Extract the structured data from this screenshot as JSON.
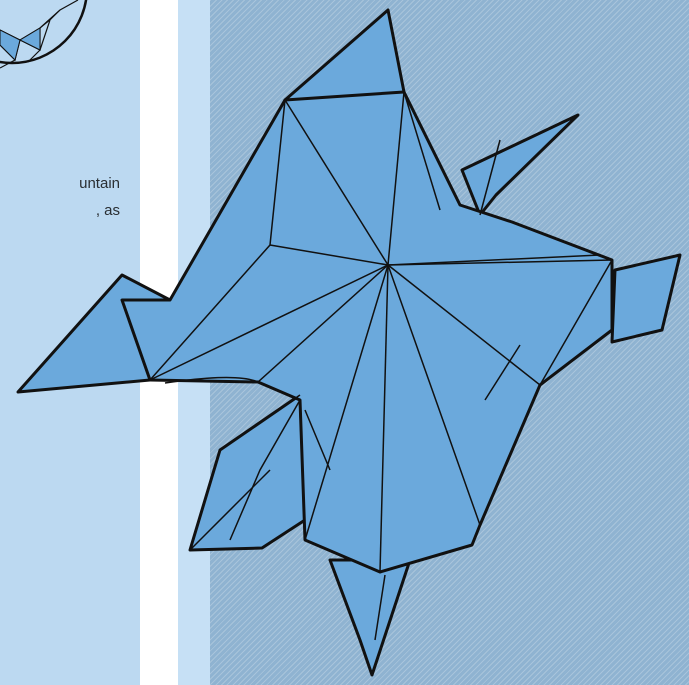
{
  "page": {
    "caption_lines": [
      "untain",
      ", as"
    ],
    "colors": {
      "paper_blue": "#6ba9dc",
      "left_panel": "#bcd9f1",
      "right_panel": "#8fb3d1",
      "line": "#111111"
    }
  },
  "figure": {
    "subject": "origami-model-illustration",
    "detail_subject": "detail-circle-diagram"
  }
}
